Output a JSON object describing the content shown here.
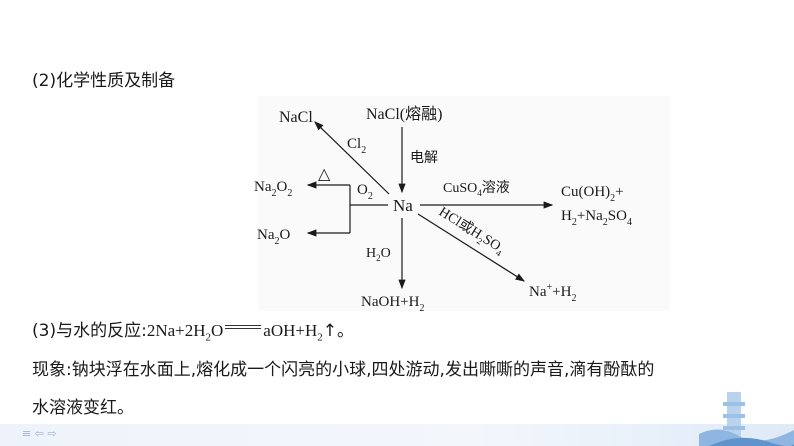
{
  "heading": "(2)化学性质及制备",
  "diagram": {
    "center": "Na",
    "top_source": "NaCl(熔融)",
    "top_condition": "电解",
    "cl2_product": "NaCl",
    "cl2_reagent": "Cl",
    "cl2_sub": "2",
    "o2_reagent": "O",
    "o2_sub": "2",
    "heat_symbol": "△",
    "na2o2": {
      "a": "Na",
      "s1": "2",
      "b": "O",
      "s2": "2"
    },
    "na2o": {
      "a": "Na",
      "s1": "2",
      "b": "O"
    },
    "cuso4_reagent": {
      "a": "CuSO",
      "s": "4",
      "b": "溶液"
    },
    "cuso4_product1": {
      "a": "Cu(OH)",
      "s": "2",
      "b": "+"
    },
    "cuso4_product2": {
      "a": "H",
      "s1": "2",
      "b": "+Na",
      "s2": "2",
      "c": "SO",
      "s3": "4"
    },
    "hcl_reagent": {
      "a": "HCl或H",
      "s1": "2",
      "b": "SO",
      "s2": "4"
    },
    "hcl_product": {
      "a": "Na",
      "sup": "+",
      "b": "+H",
      "s": "2"
    },
    "h2o_reagent": {
      "a": "H",
      "s": "2",
      "b": "O"
    },
    "h2o_product": {
      "a": "NaOH+H",
      "s": "2"
    }
  },
  "reaction": {
    "label": "(3)与水的反应:",
    "lhs_a": "2Na+2H",
    "lhs_sub": "2",
    "lhs_b": "O",
    "rhs_a": "aOH+H",
    "rhs_sub": "2",
    "rhs_b": "↑。"
  },
  "phenomenon": {
    "line1": "现象:钠块浮在水面上,熔化成一个闪亮的小球,四处游动,发出嘶嘶的声音,滴有酚酞的",
    "line2": "水溶液变红。"
  },
  "footer": {
    "nav": "≡ ⇦ ⇨"
  }
}
